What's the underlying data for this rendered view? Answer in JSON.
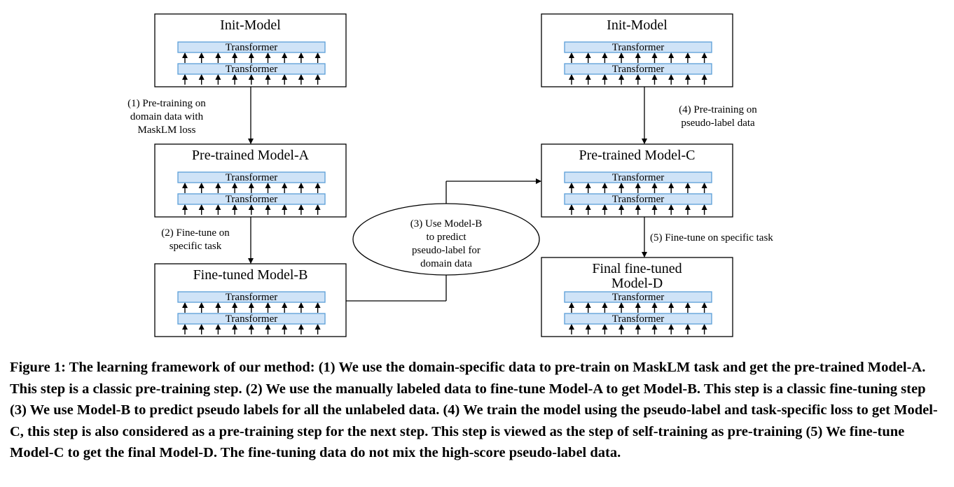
{
  "figure": {
    "models": [
      {
        "id": "init-left",
        "title_lines": [
          "Init-Model"
        ],
        "layers": [
          "Transformer",
          "Transformer"
        ]
      },
      {
        "id": "model-a",
        "title_lines": [
          "Pre-trained Model-A"
        ],
        "layers": [
          "Transformer",
          "Transformer"
        ]
      },
      {
        "id": "model-b",
        "title_lines": [
          "Fine-tuned Model-B"
        ],
        "layers": [
          "Transformer",
          "Transformer"
        ]
      },
      {
        "id": "init-right",
        "title_lines": [
          "Init-Model"
        ],
        "layers": [
          "Transformer",
          "Transformer"
        ]
      },
      {
        "id": "model-c",
        "title_lines": [
          "Pre-trained Model-C"
        ],
        "layers": [
          "Transformer",
          "Transformer"
        ]
      },
      {
        "id": "model-d",
        "title_lines": [
          "Final fine-tuned",
          "Model-D"
        ],
        "layers": [
          "Transformer",
          "Transformer"
        ]
      }
    ],
    "steps": [
      {
        "id": "step-1",
        "lines": [
          "(1) Pre-training on",
          "domain data with",
          "MaskLM loss"
        ]
      },
      {
        "id": "step-2",
        "lines": [
          "(2) Fine-tune on",
          "specific task"
        ]
      },
      {
        "id": "step-3",
        "lines": [
          "(3) Use Model-B",
          "to predict",
          "pseudo-label for",
          "domain data"
        ]
      },
      {
        "id": "step-4",
        "lines": [
          "(4) Pre-training on",
          "pseudo-label data"
        ]
      },
      {
        "id": "step-5",
        "lines": [
          "(5) Fine-tune on specific task"
        ]
      }
    ],
    "colors": {
      "layer_fill": "#cfe3f7",
      "layer_stroke": "#5a9fd8",
      "line": "#000000"
    }
  },
  "caption": {
    "text": "Figure 1: The learning framework of our method: (1) We use the domain-specific data to pre-train on MaskLM task and get the pre-trained Model-A. This step is a classic pre-training step. (2) We use the manually labeled data to fine-tune Model-A to get Model-B. This step is a classic fine-tuning step (3) We use Model-B to predict pseudo labels for all the unlabeled data. (4) We train the model using the pseudo-label and task-specific loss to get Model-C, this step is also considered as a pre-training step for the next step. This step is viewed as the step of self-training as pre-training (5) We fine-tune Model-C to get the final Model-D. The fine-tuning data do not mix the high-score pseudo-label data."
  }
}
